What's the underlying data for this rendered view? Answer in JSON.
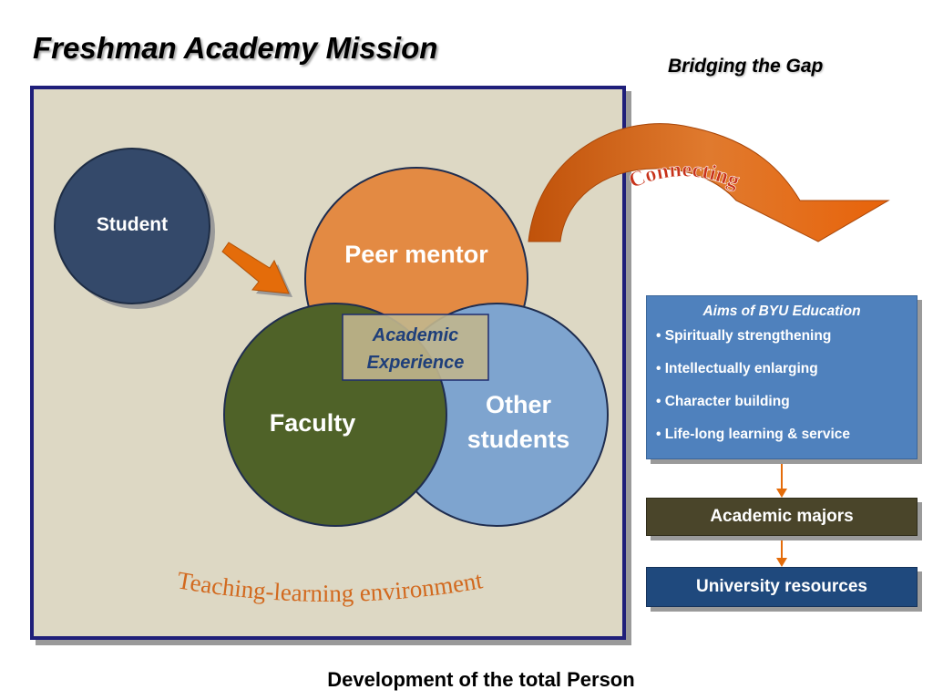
{
  "slide": {
    "title": "Freshman Academy Mission",
    "subtitle": "Bridging the Gap",
    "footer": "Development of the total Person"
  },
  "diagram": {
    "student": "Student",
    "peer_mentor": "Peer mentor",
    "faculty": "Faculty",
    "other_students_line1": "Other",
    "other_students_line2": "students",
    "academic_experience_line1": "Academic",
    "academic_experience_line2": "Experience",
    "environment_label": "Teaching-learning environment",
    "connecting_label": "Connecting"
  },
  "aims": {
    "title": "Aims of BYU Education",
    "items": [
      "• Spiritually strengthening",
      "• Intellectually enlarging",
      "• Character building",
      "• Life-long learning &  service"
    ]
  },
  "majors": {
    "label": "Academic majors"
  },
  "resources": {
    "label": "University resources"
  },
  "colors": {
    "student": "#34496a",
    "peer_mentor": "#e38a43",
    "faculty": "#4f6228",
    "other_students": "#7ea4cf",
    "environment_bg": "#ddd8c4",
    "environment_border": "#1f1f7a",
    "accent_orange": "#e46c0a",
    "aims_bg": "#4f81bd",
    "majors_bg": "#4a452a",
    "resources_bg": "#1f497d"
  }
}
